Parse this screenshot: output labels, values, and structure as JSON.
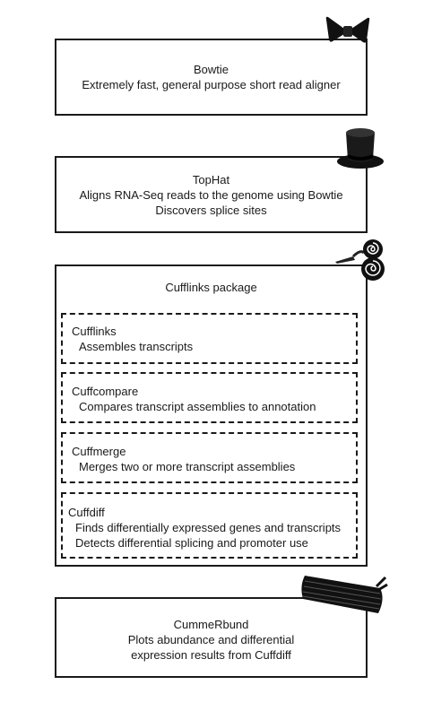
{
  "bowtie": {
    "title": "Bowtie",
    "description": "Extremely fast, general purpose short read aligner",
    "icon": "bowtie-icon"
  },
  "tophat": {
    "title": "TopHat",
    "lines": [
      "Aligns RNA-Seq reads to the genome using Bowtie",
      "Discovers splice sites"
    ],
    "icon": "top-hat-icon"
  },
  "cufflinks_package": {
    "title": "Cufflinks package",
    "icon": "cufflinks-icon",
    "tools": [
      {
        "name": "Cufflinks",
        "lines": [
          "Assembles transcripts"
        ]
      },
      {
        "name": "Cuffcompare",
        "lines": [
          "Compares transcript assemblies to annotation"
        ]
      },
      {
        "name": "Cuffmerge",
        "lines": [
          "Merges two or more transcript assemblies"
        ]
      },
      {
        "name": "Cuffdiff",
        "lines": [
          "Finds differentially expressed genes and transcripts",
          "Detects differential splicing and promoter use"
        ]
      }
    ]
  },
  "cummerbund": {
    "title": "CummeRbund",
    "lines": [
      "Plots abundance and differential",
      "expression results from Cuffdiff"
    ],
    "icon": "cummerbund-icon"
  }
}
